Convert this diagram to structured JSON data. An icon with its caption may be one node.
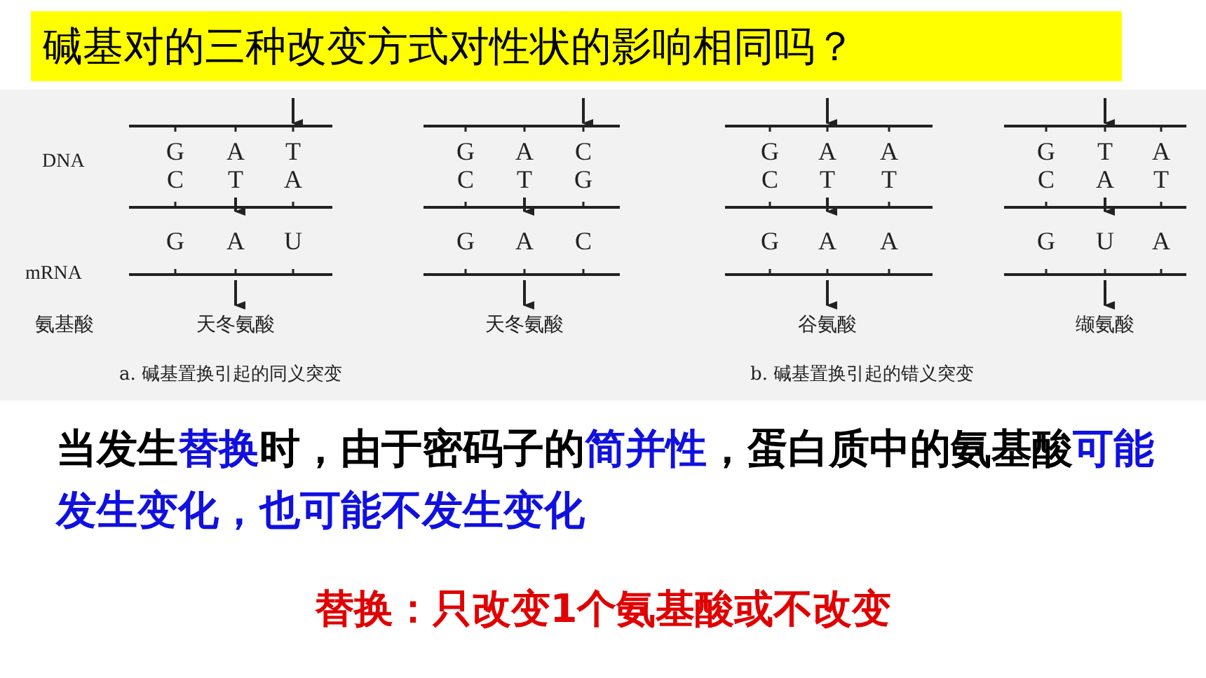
{
  "diagram": {
    "title": "碱基对的三种改变方式对性状的影响相同吗？",
    "labels": [
      "DNA",
      "G",
      "A",
      "T",
      "G",
      "A",
      "C",
      "G",
      "A",
      "A",
      "G",
      "T",
      "A",
      "C",
      "T",
      "A",
      "C",
      "T",
      "G",
      "C",
      "T",
      "T",
      "C",
      "A",
      "T",
      "G",
      "A",
      "U",
      "G",
      "A",
      "C",
      "G",
      "A",
      "A",
      "G",
      "U",
      "A",
      "mRNA",
      "氨基酸",
      "天冬氨酸",
      "天冬氨酸",
      "谷氨酸",
      "缬氨酸",
      "a. 碱基置换引起的同义突变",
      "b. 碱基置换引起的错义突变",
      "当发生**替换**时，由于密码子的**简并性**，蛋白质中的氨基酸**可能发生变化，也可能不发生变化**",
      "替换：只改变1个氨基酸或不改变"
    ]
  }
}
